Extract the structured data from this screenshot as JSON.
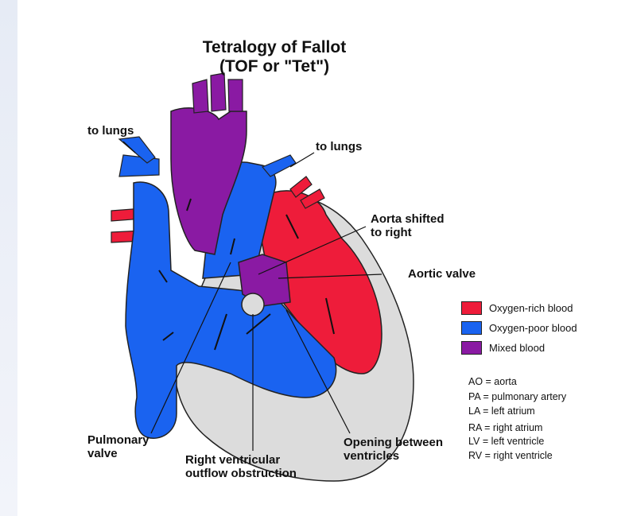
{
  "title": {
    "line1": "Tetralogy of Fallot",
    "line2": "(TOF or \"Tet\")"
  },
  "labels": {
    "to_lungs_left": "to lungs",
    "to_lungs_right": "to lungs",
    "aorta_shifted": [
      "Aorta shifted",
      "to right"
    ],
    "aortic_valve": "Aortic valve",
    "pulmonary_valve": [
      "Pulmonary",
      "valve"
    ],
    "rv_outflow": [
      "Right ventricular",
      "outflow obstruction"
    ],
    "opening": [
      "Opening between",
      "ventricles"
    ]
  },
  "legend": [
    {
      "label": "Oxygen-rich blood",
      "color": "#ee1c3a"
    },
    {
      "label": "Oxygen-poor blood",
      "color": "#1a63f0"
    },
    {
      "label": "Mixed blood",
      "color": "#8a1aa3"
    }
  ],
  "abbreviations": [
    "AO = aorta",
    "PA = pulmonary artery",
    "LA = left atrium",
    "RA = right atrium",
    "LV = left ventricle",
    "RV = right ventricle"
  ],
  "colors": {
    "oxygen_rich": "#ee1c3a",
    "oxygen_poor": "#1a63f0",
    "mixed": "#8a1aa3",
    "pericardium": "#e0e0e0"
  }
}
